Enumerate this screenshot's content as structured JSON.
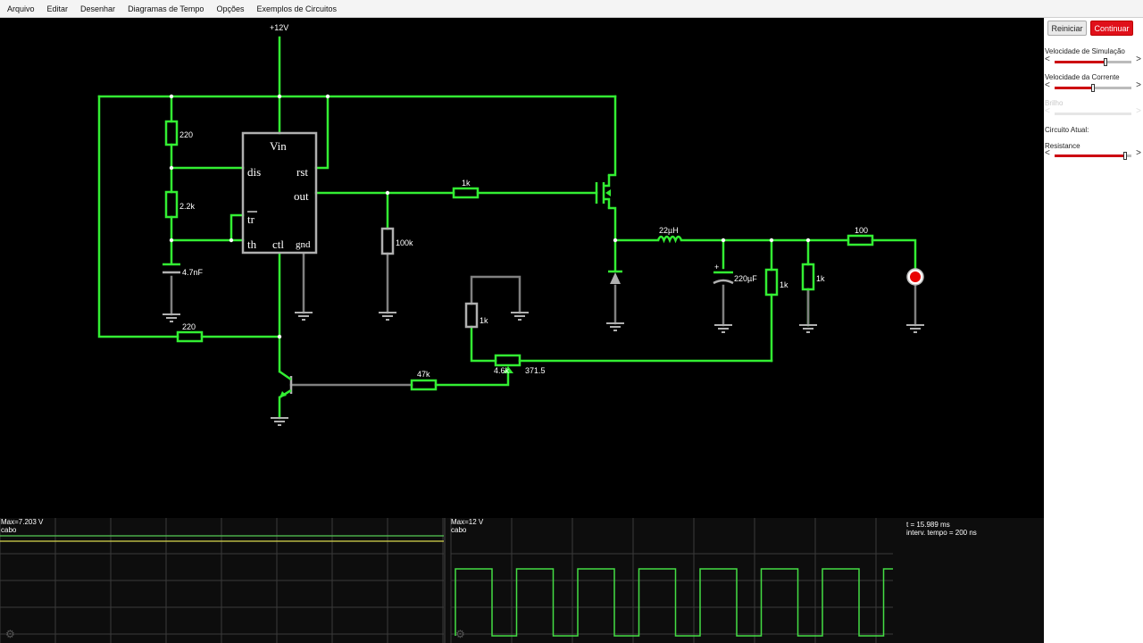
{
  "menu": {
    "items": [
      "Arquivo",
      "Editar",
      "Desenhar",
      "Diagramas de Tempo",
      "Opções",
      "Exemplos de Circuitos"
    ]
  },
  "sidebar": {
    "reset_label": "Reiniciar",
    "run_label": "Continuar",
    "sim_speed_label": "Velocidade de Simulação",
    "sim_speed_value": 0.66,
    "current_speed_label": "Velocidade da Corrente",
    "current_speed_value": 0.5,
    "brightness_label": "Brilho",
    "current_circuit_label": "Circuito Atual:",
    "resistance_label": "Resistance",
    "resistance_value": 0.92
  },
  "circuit": {
    "supply_label": "+12V",
    "ic": {
      "vin": "Vin",
      "dis": "dis",
      "rst": "rst",
      "out": "out",
      "tr": "tr",
      "th": "th",
      "ctl": "ctl",
      "gnd": "gnd"
    },
    "labels": {
      "r220_top": "220",
      "r2_2k": "2.2k",
      "c4_7nF": "4.7nF",
      "r220_bottom": "220",
      "r100k": "100k",
      "r1k_gate": "1k",
      "l22uH": "22µH",
      "c220uF": "220µF",
      "c_plus": "+",
      "r1k_a": "1k",
      "r1k_b": "1k",
      "r100": "100",
      "r1k_feedback": "1k",
      "pot_value": "4.6k",
      "pot_position": "371.5",
      "r47k": "47k"
    }
  },
  "scopes": {
    "left": {
      "max_label": "Max=7.203 V",
      "name": "cabo"
    },
    "right": {
      "max_label": "Max=12 V",
      "name": "cabo"
    },
    "info": {
      "time": "t = 15.989 ms",
      "step": "interv. tempo = 200 ns"
    }
  },
  "colors": {
    "wire_active": "#33ee33",
    "wire_idle": "#808080",
    "component": "#b0b0b0",
    "led": "#e80000",
    "accent": "#e0101a"
  }
}
